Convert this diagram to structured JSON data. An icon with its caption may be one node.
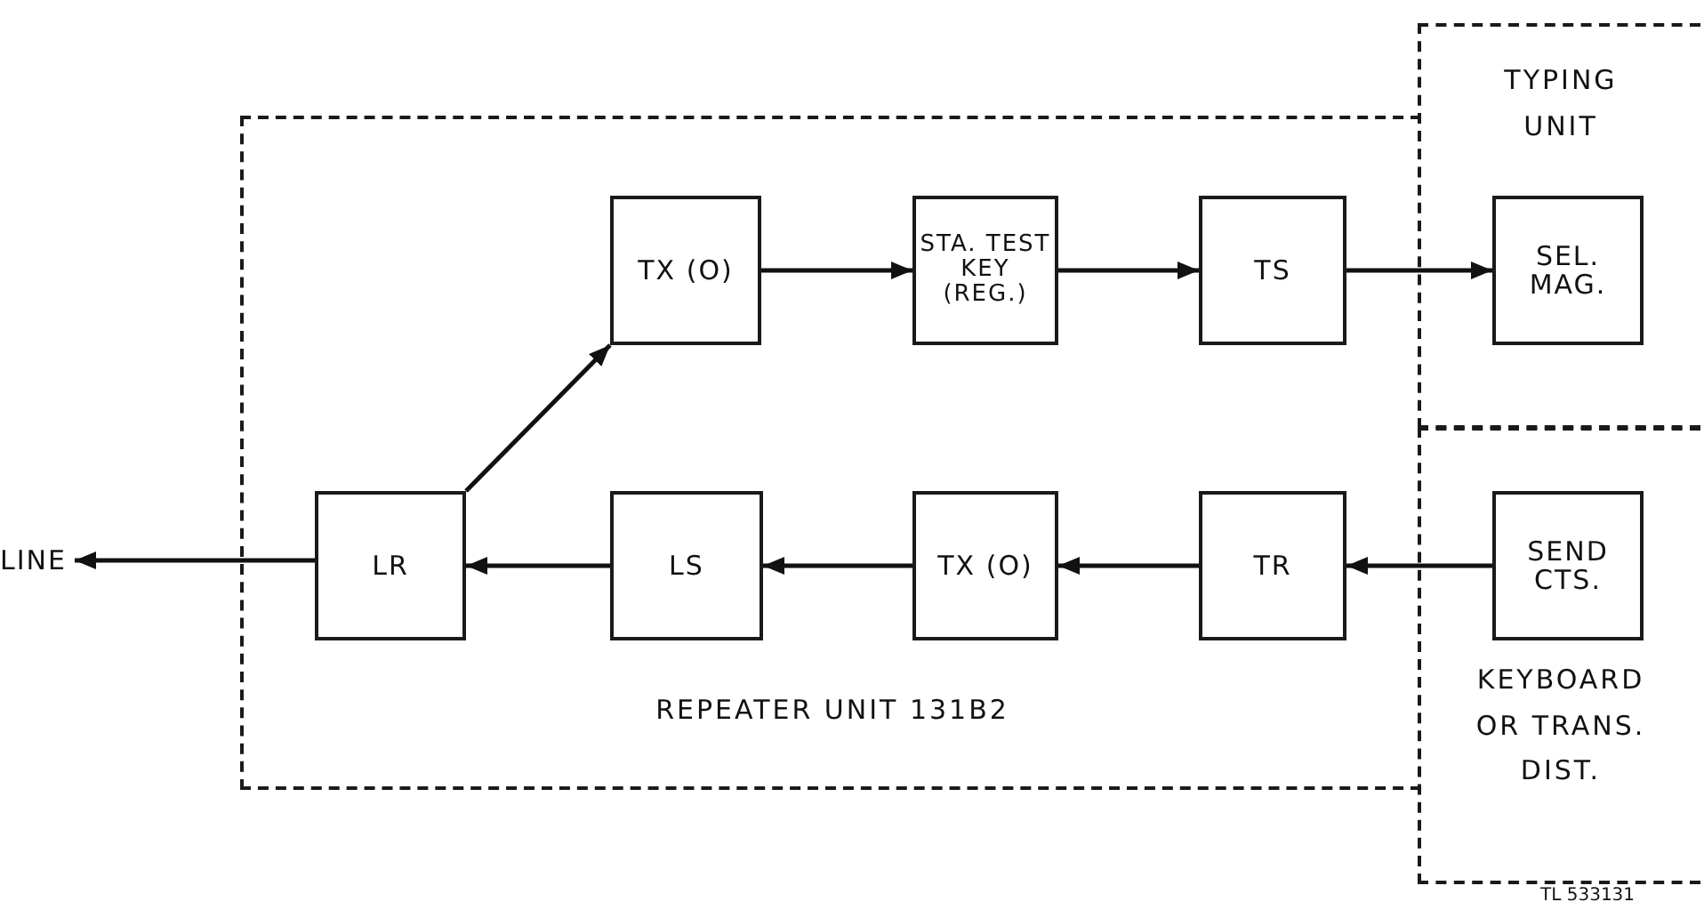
{
  "diagram": {
    "nodes": [
      {
        "text": [
          "REPEATER UNIT 131B2"
        ]
      },
      {
        "text": [
          "TYPING UNIT"
        ]
      },
      {
        "text": [
          "KEYBOARD OR TRANS. DIST."
        ]
      },
      {
        "text": [
          "LINE"
        ]
      },
      {
        "text": [
          "LR"
        ],
        "in": 0
      },
      {
        "text": [
          "TX (O)"
        ],
        "in": 0
      },
      {
        "text": [
          "STA. TEST KEY (REG.)"
        ],
        "in": 0
      },
      {
        "text": [
          "TS"
        ],
        "in": 0
      },
      {
        "text": [
          "SEL. MAG."
        ],
        "in": 1
      },
      {
        "text": [
          "LS"
        ],
        "in": 0
      },
      {
        "text": [
          "TX (O)"
        ],
        "in": 0
      },
      {
        "text": [
          "TR"
        ],
        "in": 0
      },
      {
        "text": [
          "SEND CTS."
        ],
        "in": 2
      }
    ],
    "edges": [
      {
        "from": 4,
        "to": 5,
        "arrow": "to"
      },
      {
        "from": 5,
        "to": 6,
        "arrow": "to"
      },
      {
        "from": 6,
        "to": 7,
        "arrow": "to"
      },
      {
        "from": 7,
        "to": 8,
        "arrow": "to"
      },
      {
        "from": 12,
        "to": 11,
        "arrow": "to"
      },
      {
        "from": 11,
        "to": 10,
        "arrow": "to"
      },
      {
        "from": 10,
        "to": 9,
        "arrow": "to"
      },
      {
        "from": 9,
        "to": 4,
        "arrow": "to"
      },
      {
        "from": 4,
        "to": 3,
        "arrow": "to"
      }
    ],
    "labels": [
      "TL 533131"
    ]
  }
}
